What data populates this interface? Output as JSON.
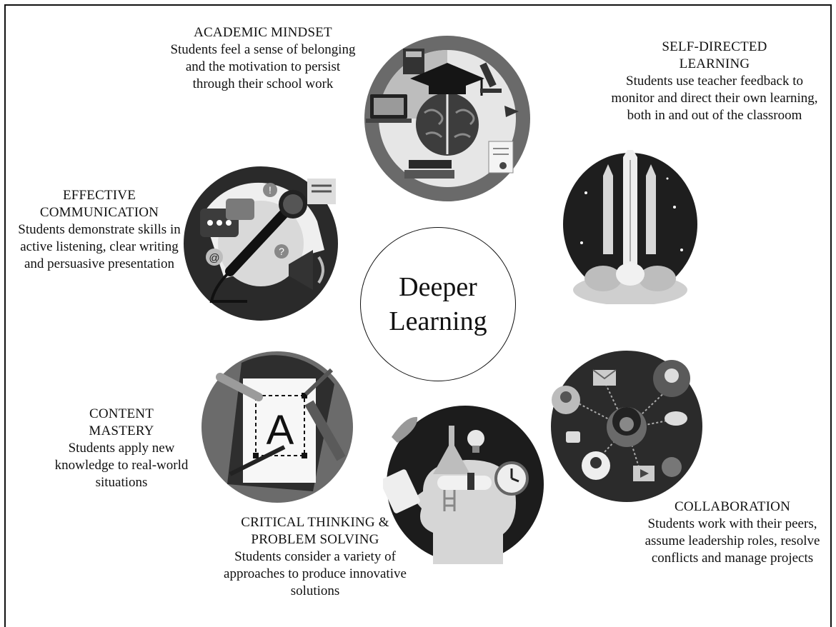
{
  "center": {
    "line1": "Deeper",
    "line2": "Learning"
  },
  "competencies": [
    {
      "id": "academic-mindset",
      "title": "ACADEMIC MINDSET",
      "desc": "Students feel a sense of belonging and the motivation to persist through their school work",
      "icon": "graduation-brain-icon"
    },
    {
      "id": "self-directed-learning",
      "title": "SELF-DIRECTED LEARNING",
      "desc": "Students use teacher feedback to monitor and direct their own learning, both in and out of the classroom",
      "icon": "rocket-launch-icon"
    },
    {
      "id": "effective-communication",
      "title": "EFFECTIVE COMMUNICATION",
      "desc": "Students demonstrate skills in active listening, clear writing and persuasive presentation",
      "icon": "microphone-icon"
    },
    {
      "id": "content-mastery",
      "title": "CONTENT MASTERY",
      "desc": "Students apply new knowledge to real-world situations",
      "icon": "letter-a-pencil-icon"
    },
    {
      "id": "critical-thinking",
      "title": "CRITICAL THINKING & PROBLEM SOLVING",
      "desc": "Students consider a variety of approaches to produce innovative solutions",
      "icon": "head-ideas-icon"
    },
    {
      "id": "collaboration",
      "title": "COLLABORATION",
      "desc": "Students work with their peers, assume leadership roles, resolve conflicts and manage projects",
      "icon": "network-people-icon"
    }
  ],
  "icon_glyphs": {
    "letter": "A",
    "question": "?",
    "exclaim": "!",
    "at": "@"
  }
}
